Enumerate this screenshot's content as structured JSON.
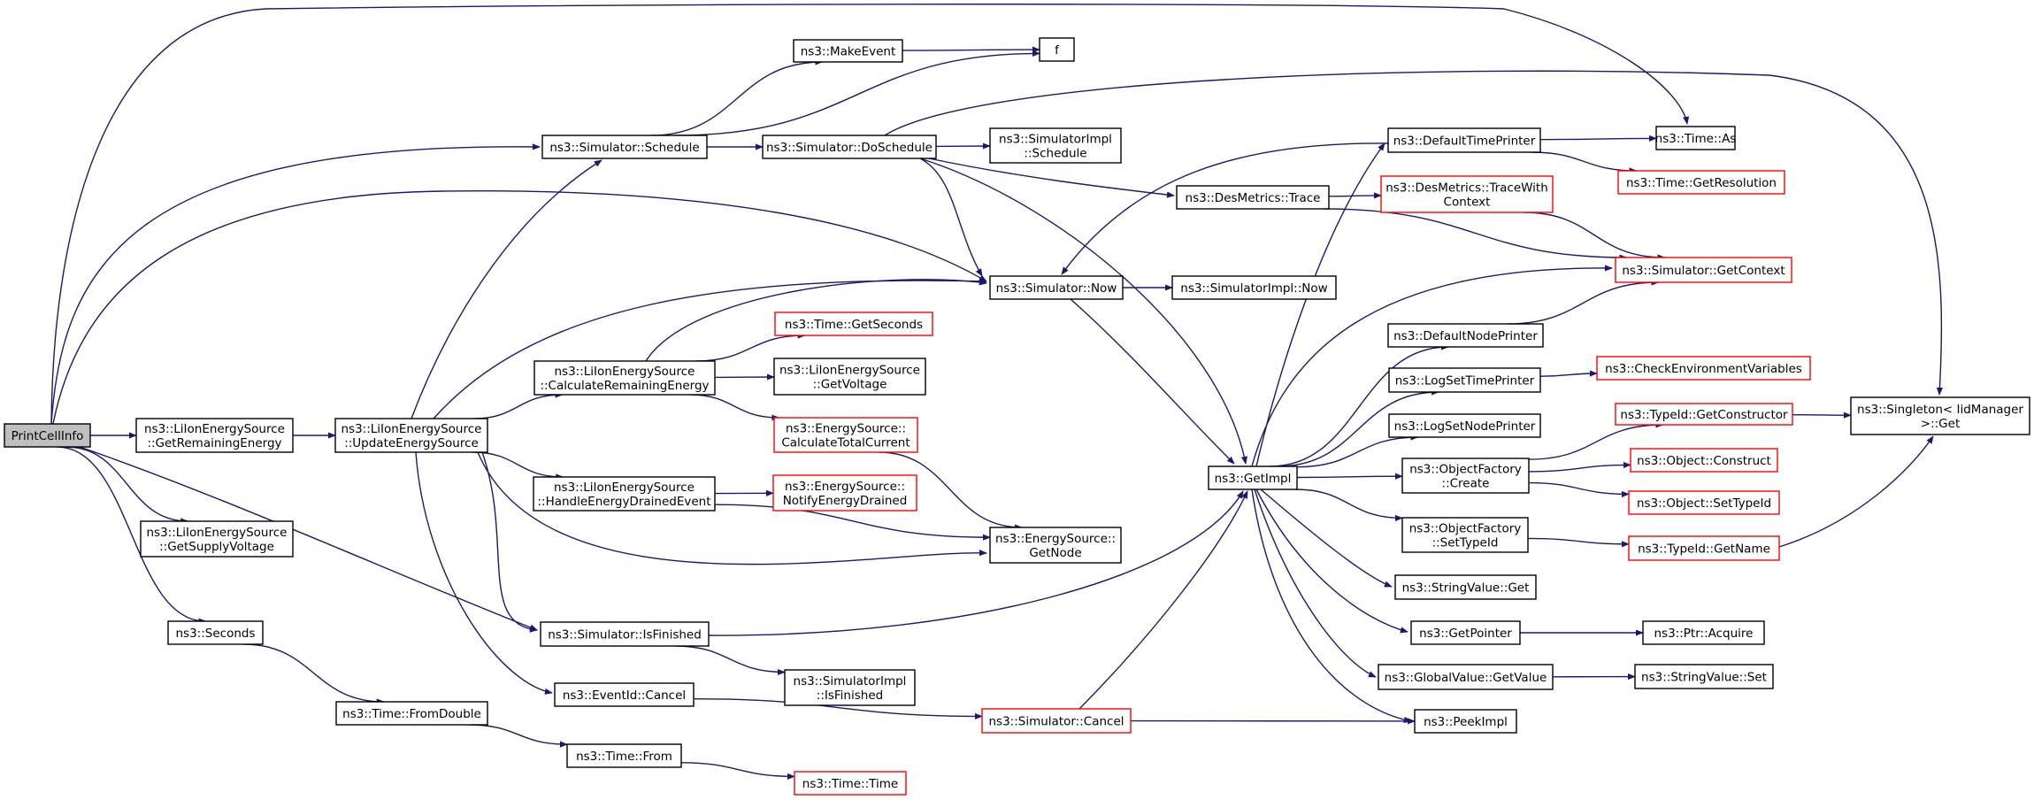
{
  "colors": {
    "edge": "#191970",
    "node_border_default": "#000000",
    "node_border_incomplete": "#ff0000",
    "node_fill": "#ffffff",
    "root_fill": "#bfbfbf"
  },
  "nodes": [
    {
      "id": "printcellinfo",
      "lines": [
        "PrintCellInfo"
      ],
      "kind": "root"
    },
    {
      "id": "getremainingenergy",
      "lines": [
        "ns3::LiIonEnergySource",
        "::GetRemainingEnergy"
      ],
      "kind": "normal"
    },
    {
      "id": "getsupplyvoltage",
      "lines": [
        "ns3::LiIonEnergySource",
        "::GetSupplyVoltage"
      ],
      "kind": "normal"
    },
    {
      "id": "seconds",
      "lines": [
        "ns3::Seconds"
      ],
      "kind": "normal"
    },
    {
      "id": "updateenergysource",
      "lines": [
        "ns3::LiIonEnergySource",
        "::UpdateEnergySource"
      ],
      "kind": "normal"
    },
    {
      "id": "fromdouble",
      "lines": [
        "ns3::Time::FromDouble"
      ],
      "kind": "normal"
    },
    {
      "id": "schedule",
      "lines": [
        "ns3::Simulator::Schedule"
      ],
      "kind": "normal"
    },
    {
      "id": "calcremaining",
      "lines": [
        "ns3::LiIonEnergySource",
        "::CalculateRemainingEnergy"
      ],
      "kind": "normal"
    },
    {
      "id": "handledrained",
      "lines": [
        "ns3::LiIonEnergySource",
        "::HandleEnergyDrainedEvent"
      ],
      "kind": "normal"
    },
    {
      "id": "isfinished",
      "lines": [
        "ns3::Simulator::IsFinished"
      ],
      "kind": "normal"
    },
    {
      "id": "cancelid",
      "lines": [
        "ns3::EventId::Cancel"
      ],
      "kind": "normal"
    },
    {
      "id": "timefrom",
      "lines": [
        "ns3::Time::From"
      ],
      "kind": "normal"
    },
    {
      "id": "makeevent",
      "lines": [
        "ns3::MakeEvent"
      ],
      "kind": "normal"
    },
    {
      "id": "f",
      "lines": [
        "f"
      ],
      "kind": "normal"
    },
    {
      "id": "doschedule",
      "lines": [
        "ns3::Simulator::DoSchedule"
      ],
      "kind": "normal"
    },
    {
      "id": "implschedule",
      "lines": [
        "ns3::SimulatorImpl",
        "::Schedule"
      ],
      "kind": "normal"
    },
    {
      "id": "simnow",
      "lines": [
        "ns3::Simulator::Now"
      ],
      "kind": "normal"
    },
    {
      "id": "implnow",
      "lines": [
        "ns3::SimulatorImpl::Now"
      ],
      "kind": "normal"
    },
    {
      "id": "getseconds",
      "lines": [
        "ns3::Time::GetSeconds"
      ],
      "kind": "incomplete"
    },
    {
      "id": "getvoltage",
      "lines": [
        "ns3::LiIonEnergySource",
        "::GetVoltage"
      ],
      "kind": "normal"
    },
    {
      "id": "calctotalcurrent",
      "lines": [
        "ns3::EnergySource::",
        "CalculateTotalCurrent"
      ],
      "kind": "incomplete"
    },
    {
      "id": "notifydrained",
      "lines": [
        "ns3::EnergySource::",
        "NotifyEnergyDrained"
      ],
      "kind": "incomplete"
    },
    {
      "id": "getnode",
      "lines": [
        "ns3::EnergySource::",
        "GetNode"
      ],
      "kind": "normal"
    },
    {
      "id": "implisfinished",
      "lines": [
        "ns3::SimulatorImpl",
        "::IsFinished"
      ],
      "kind": "normal"
    },
    {
      "id": "timetime",
      "lines": [
        "ns3::Time::Time"
      ],
      "kind": "incomplete"
    },
    {
      "id": "simcancel",
      "lines": [
        "ns3::Simulator::Cancel"
      ],
      "kind": "incomplete"
    },
    {
      "id": "desmetricstrace",
      "lines": [
        "ns3::DesMetrics::Trace"
      ],
      "kind": "normal"
    },
    {
      "id": "getimpl",
      "lines": [
        "ns3::GetImpl"
      ],
      "kind": "normal"
    },
    {
      "id": "defaulttimeprinter",
      "lines": [
        "ns3::DefaultTimePrinter"
      ],
      "kind": "normal"
    },
    {
      "id": "tracewithcontext",
      "lines": [
        "ns3::DesMetrics::TraceWith",
        "Context"
      ],
      "kind": "incomplete"
    },
    {
      "id": "defaultnodeprinter",
      "lines": [
        "ns3::DefaultNodePrinter"
      ],
      "kind": "normal"
    },
    {
      "id": "logsettimeprinter",
      "lines": [
        "ns3::LogSetTimePrinter"
      ],
      "kind": "normal"
    },
    {
      "id": "logsetnodeprinter",
      "lines": [
        "ns3::LogSetNodePrinter"
      ],
      "kind": "normal"
    },
    {
      "id": "ofcreate",
      "lines": [
        "ns3::ObjectFactory",
        "::Create"
      ],
      "kind": "normal"
    },
    {
      "id": "ofsettypeid",
      "lines": [
        "ns3::ObjectFactory",
        "::SetTypeId"
      ],
      "kind": "normal"
    },
    {
      "id": "stringvalueget",
      "lines": [
        "ns3::StringValue::Get"
      ],
      "kind": "normal"
    },
    {
      "id": "getpointer",
      "lines": [
        "ns3::GetPointer"
      ],
      "kind": "normal"
    },
    {
      "id": "globalvalue",
      "lines": [
        "ns3::GlobalValue::GetValue"
      ],
      "kind": "normal"
    },
    {
      "id": "peekimpl",
      "lines": [
        "ns3::PeekImpl"
      ],
      "kind": "normal"
    },
    {
      "id": "timeas",
      "lines": [
        "ns3::Time::As"
      ],
      "kind": "normal"
    },
    {
      "id": "getresolution",
      "lines": [
        "ns3::Time::GetResolution"
      ],
      "kind": "incomplete"
    },
    {
      "id": "getcontext",
      "lines": [
        "ns3::Simulator::GetContext"
      ],
      "kind": "incomplete"
    },
    {
      "id": "checkenv",
      "lines": [
        "ns3::CheckEnvironmentVariables"
      ],
      "kind": "incomplete"
    },
    {
      "id": "getconstructor",
      "lines": [
        "ns3::TypeId::GetConstructor"
      ],
      "kind": "incomplete"
    },
    {
      "id": "objconstruct",
      "lines": [
        "ns3::Object::Construct"
      ],
      "kind": "incomplete"
    },
    {
      "id": "objsettypeid",
      "lines": [
        "ns3::Object::SetTypeId"
      ],
      "kind": "incomplete"
    },
    {
      "id": "getname",
      "lines": [
        "ns3::TypeId::GetName"
      ],
      "kind": "incomplete"
    },
    {
      "id": "ptracquire",
      "lines": [
        "ns3::Ptr::Acquire"
      ],
      "kind": "normal"
    },
    {
      "id": "stringvalueset",
      "lines": [
        "ns3::StringValue::Set"
      ],
      "kind": "normal"
    },
    {
      "id": "singletonget",
      "lines": [
        "ns3::Singleton< IidManager",
        ">::Get"
      ],
      "kind": "normal"
    }
  ],
  "edges": [
    [
      "printcellinfo",
      "getremainingenergy"
    ],
    [
      "printcellinfo",
      "getsupplyvoltage"
    ],
    [
      "printcellinfo",
      "seconds"
    ],
    [
      "printcellinfo",
      "schedule"
    ],
    [
      "printcellinfo",
      "simnow"
    ],
    [
      "printcellinfo",
      "isfinished"
    ],
    [
      "printcellinfo",
      "timeas"
    ],
    [
      "getremainingenergy",
      "updateenergysource"
    ],
    [
      "seconds",
      "fromdouble"
    ],
    [
      "fromdouble",
      "timefrom"
    ],
    [
      "timefrom",
      "timetime"
    ],
    [
      "updateenergysource",
      "schedule"
    ],
    [
      "updateenergysource",
      "simnow"
    ],
    [
      "updateenergysource",
      "calcremaining"
    ],
    [
      "updateenergysource",
      "handledrained"
    ],
    [
      "updateenergysource",
      "getnode"
    ],
    [
      "updateenergysource",
      "isfinished"
    ],
    [
      "updateenergysource",
      "cancelid"
    ],
    [
      "schedule",
      "makeevent"
    ],
    [
      "schedule",
      "f"
    ],
    [
      "schedule",
      "doschedule"
    ],
    [
      "makeevent",
      "f"
    ],
    [
      "doschedule",
      "implschedule"
    ],
    [
      "doschedule",
      "simnow"
    ],
    [
      "doschedule",
      "desmetricstrace"
    ],
    [
      "doschedule",
      "getimpl"
    ],
    [
      "doschedule",
      "singletonget"
    ],
    [
      "calcremaining",
      "simnow"
    ],
    [
      "calcremaining",
      "getseconds"
    ],
    [
      "calcremaining",
      "getvoltage"
    ],
    [
      "calcremaining",
      "calctotalcurrent"
    ],
    [
      "calctotalcurrent",
      "getnode"
    ],
    [
      "handledrained",
      "notifydrained"
    ],
    [
      "handledrained",
      "getnode"
    ],
    [
      "isfinished",
      "getimpl"
    ],
    [
      "isfinished",
      "implisfinished"
    ],
    [
      "cancelid",
      "simcancel"
    ],
    [
      "simcancel",
      "getimpl"
    ],
    [
      "simcancel",
      "peekimpl"
    ],
    [
      "simnow",
      "implnow"
    ],
    [
      "simnow",
      "getimpl"
    ],
    [
      "desmetricstrace",
      "tracewithcontext"
    ],
    [
      "desmetricstrace",
      "getcontext"
    ],
    [
      "tracewithcontext",
      "getcontext"
    ],
    [
      "defaulttimeprinter",
      "simnow"
    ],
    [
      "defaulttimeprinter",
      "timeas"
    ],
    [
      "defaulttimeprinter",
      "getresolution"
    ],
    [
      "defaultnodeprinter",
      "getcontext"
    ],
    [
      "logsettimeprinter",
      "checkenv"
    ],
    [
      "getimpl",
      "defaulttimeprinter"
    ],
    [
      "getimpl",
      "getcontext"
    ],
    [
      "getimpl",
      "defaultnodeprinter"
    ],
    [
      "getimpl",
      "logsettimeprinter"
    ],
    [
      "getimpl",
      "logsetnodeprinter"
    ],
    [
      "getimpl",
      "ofcreate"
    ],
    [
      "getimpl",
      "ofsettypeid"
    ],
    [
      "getimpl",
      "stringvalueget"
    ],
    [
      "getimpl",
      "getpointer"
    ],
    [
      "getimpl",
      "globalvalue"
    ],
    [
      "getimpl",
      "peekimpl"
    ],
    [
      "ofcreate",
      "getconstructor"
    ],
    [
      "ofcreate",
      "objconstruct"
    ],
    [
      "ofcreate",
      "objsettypeid"
    ],
    [
      "ofsettypeid",
      "getname"
    ],
    [
      "getconstructor",
      "singletonget"
    ],
    [
      "getname",
      "singletonget"
    ],
    [
      "getpointer",
      "ptracquire"
    ],
    [
      "globalvalue",
      "stringvalueset"
    ]
  ]
}
